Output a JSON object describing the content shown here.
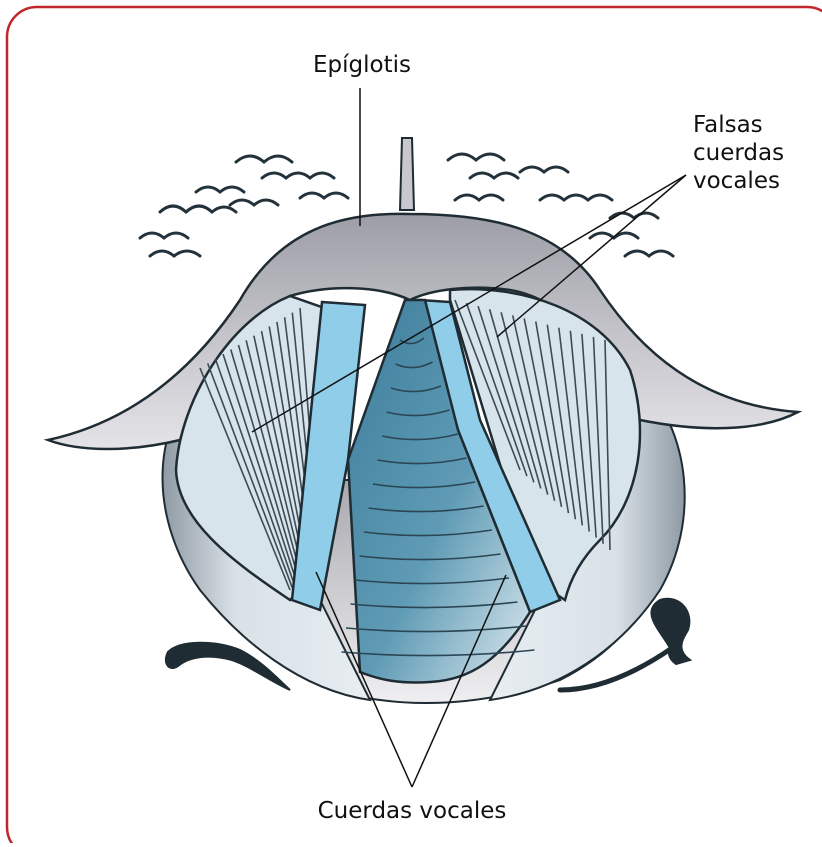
{
  "labels": {
    "epiglottis": "Epíglotis",
    "false_vocal_cords": [
      "Falsas",
      "cuerdas",
      "vocales"
    ],
    "vocal_cords": "Cuerdas vocales"
  },
  "colors": {
    "frame": "#c0272d",
    "epiglottis": "#b4b4bb",
    "fold": "#d6dde3",
    "cord": "#8fcde8",
    "airway_dark": "#4a87a3",
    "airway_light": "#d3e4ec",
    "outline": "#1f2c34",
    "leader": "#111111"
  }
}
